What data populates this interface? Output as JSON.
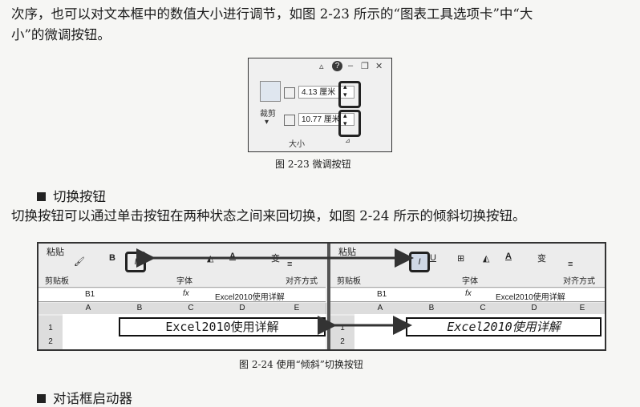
{
  "intro_line1": "次序，也可以对文本框中的数值大小进行调节，如图 2-23 所示的“图表工具选项卡”中“大",
  "intro_line2": "小”的微调按钮。",
  "fig23": {
    "height_value": "4.13 厘米",
    "width_value": "10.77 厘米",
    "crop_label": "裁剪",
    "group_label": "大小",
    "caption": "图 2-23    微调按钮"
  },
  "section1": {
    "heading": "切换按钮",
    "text": "切换按钮可以通过单击按钮在两种状态之间来回切换，如图 2-24 所示的倾斜切换按钮。"
  },
  "fig24": {
    "paste_label": "粘贴",
    "clipboard_label": "剪贴板",
    "font_label": "字体",
    "align_label": "对齐方式",
    "bold": "B",
    "italic": "I",
    "underline": "U",
    "name_box": "B1",
    "fx": "fx",
    "formula": "Excel2010使用详解",
    "columns": [
      "A",
      "B",
      "C",
      "D",
      "E"
    ],
    "rows": [
      "1",
      "2"
    ],
    "cell_text": "Excel2010使用详解",
    "caption": "图 2-24    使用“倾斜”切换按钮"
  },
  "section2": {
    "heading": "对话框启动器"
  }
}
